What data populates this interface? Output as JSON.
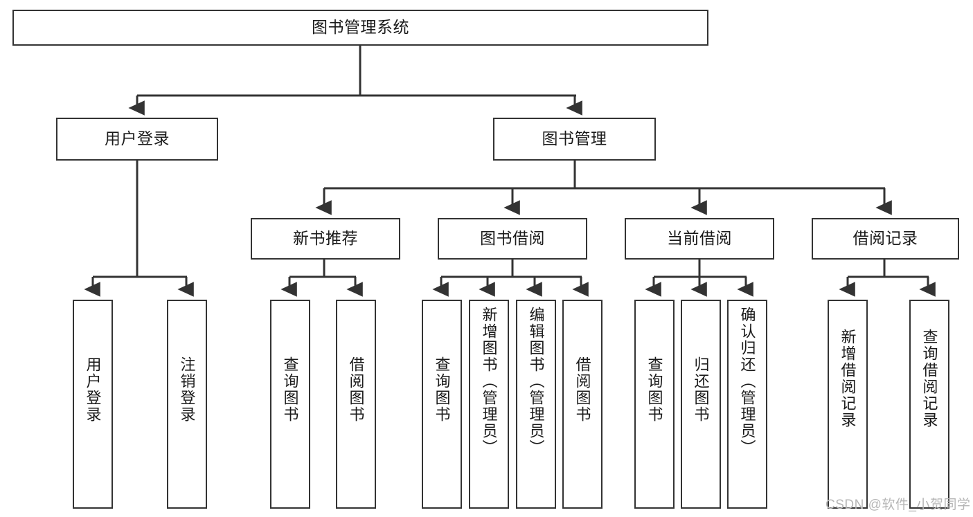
{
  "diagram": {
    "type": "hierarchy-tree",
    "title": "图书管理系统",
    "watermark": "CSDN @软件_小贺同学",
    "colors": {
      "box_border": "#333333",
      "box_fill": "#ffffff",
      "edge": "#333333",
      "text": "#1a1a1a",
      "watermark": "#b6b6b6",
      "background": "#ffffff"
    },
    "nodes": {
      "root": {
        "label": "图书管理系统"
      },
      "level2": [
        {
          "id": "user-login",
          "label": "用户登录"
        },
        {
          "id": "book-manage",
          "label": "图书管理"
        }
      ],
      "level3": [
        {
          "id": "new-book-recommend",
          "label": "新书推荐"
        },
        {
          "id": "book-borrow",
          "label": "图书借阅"
        },
        {
          "id": "current-borrow",
          "label": "当前借阅"
        },
        {
          "id": "borrow-record",
          "label": "借阅记录"
        }
      ],
      "leaves": {
        "user-login": [
          {
            "id": "leaf-user-login",
            "label": "用户登录"
          },
          {
            "id": "leaf-user-logout",
            "label": "注销登录"
          }
        ],
        "new-book-recommend": [
          {
            "id": "leaf-query-book-1",
            "label": "查询图书"
          },
          {
            "id": "leaf-borrow-book-1",
            "label": "借阅图书"
          }
        ],
        "book-borrow": [
          {
            "id": "leaf-query-book-2",
            "label": "查询图书"
          },
          {
            "id": "leaf-add-book",
            "label": "新增图书（管理员）"
          },
          {
            "id": "leaf-edit-book",
            "label": "编辑图书（管理员）"
          },
          {
            "id": "leaf-borrow-book-2",
            "label": "借阅图书"
          }
        ],
        "current-borrow": [
          {
            "id": "leaf-query-book-3",
            "label": "查询图书"
          },
          {
            "id": "leaf-return-book",
            "label": "归还图书"
          },
          {
            "id": "leaf-confirm-return",
            "label": "确认归还（管理员）"
          }
        ],
        "borrow-record": [
          {
            "id": "leaf-add-record",
            "label": "新增借阅记录"
          },
          {
            "id": "leaf-query-record",
            "label": "查询借阅记录"
          }
        ]
      }
    }
  }
}
